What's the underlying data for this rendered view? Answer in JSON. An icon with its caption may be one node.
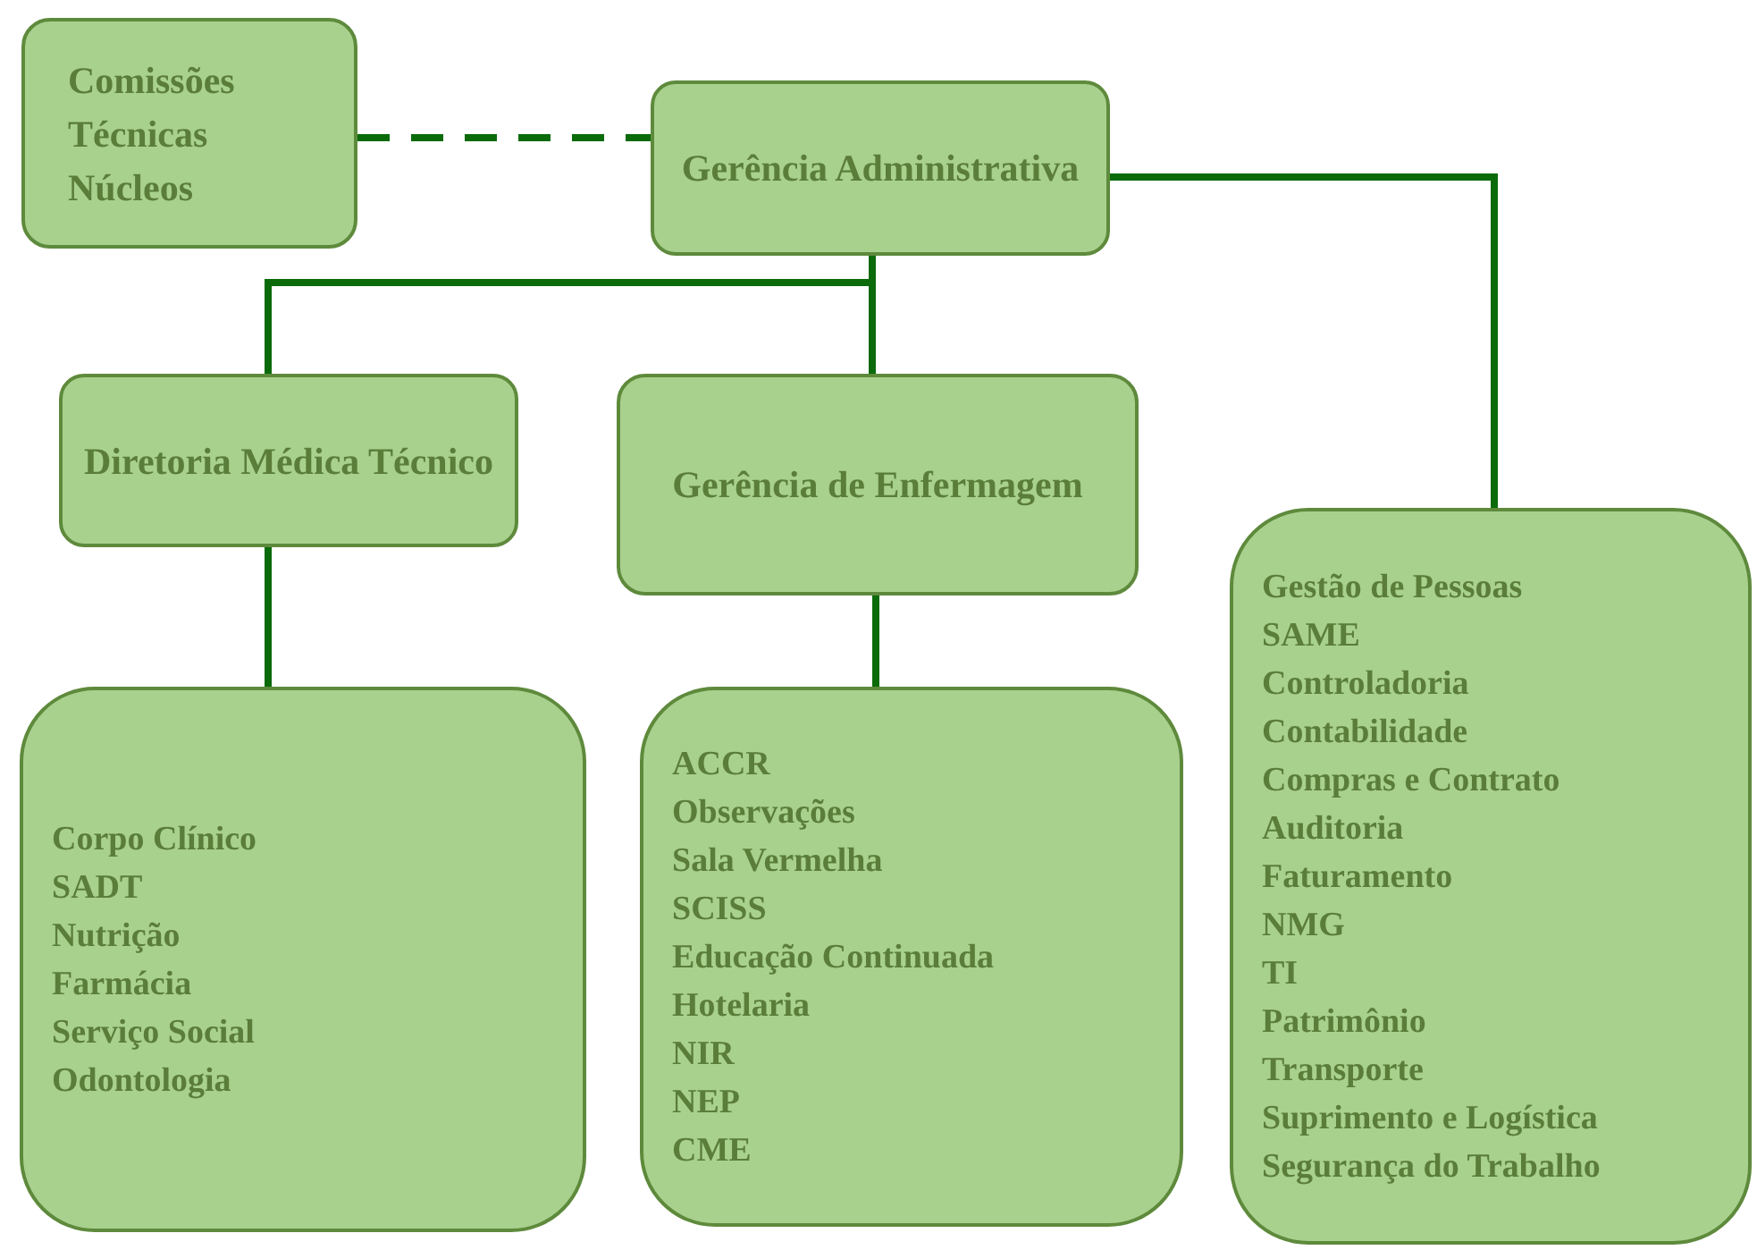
{
  "diagram": {
    "nodes": [
      {
        "text": [
          "Comissões",
          "Técnicas",
          "Núcleos"
        ]
      },
      {
        "text": [
          "Gerência Administrativa"
        ]
      },
      {
        "text": [
          "Diretoria Médica Técnico"
        ]
      },
      {
        "text": [
          "Gerência de Enfermagem"
        ]
      },
      {
        "text": [
          "Corpo Clínico",
          "SADT",
          "Nutrição",
          "Farmácia",
          "Serviço Social",
          "Odontologia"
        ]
      },
      {
        "text": [
          "ACCR",
          "Observações",
          "Sala Vermelha",
          "SCISS",
          "Educação Continuada",
          "Hotelaria",
          "NIR",
          "NEP",
          "CME"
        ]
      },
      {
        "text": [
          "Gestão de Pessoas",
          "SAME",
          "Controladoria",
          "Contabilidade",
          "Compras e Contrato",
          "Auditoria",
          "Faturamento",
          "NMG",
          "TI",
          "Patrimônio",
          "Transporte",
          "Suprimento e Logística",
          "Segurança do Trabalho"
        ]
      }
    ],
    "edges": [
      {
        "from": 0,
        "to": 1,
        "arrow": "none",
        "style": "dashed"
      },
      {
        "from": 1,
        "to": 2,
        "arrow": "none"
      },
      {
        "from": 1,
        "to": 3,
        "arrow": "none"
      },
      {
        "from": 1,
        "to": 6,
        "arrow": "none"
      },
      {
        "from": 2,
        "to": 4,
        "arrow": "none"
      },
      {
        "from": 3,
        "to": 5,
        "arrow": "none"
      }
    ]
  }
}
